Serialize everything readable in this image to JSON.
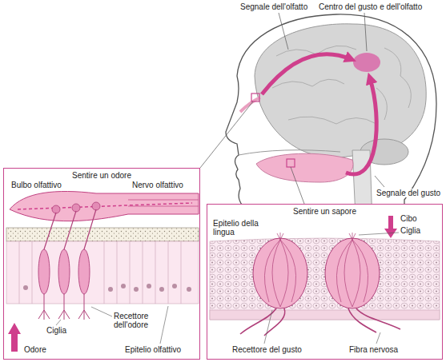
{
  "diagram": {
    "nodes": [
      {
        "text": [
          "Sentire un odore"
        ]
      },
      {
        "text": [
          "Sentire un sapore"
        ]
      }
    ],
    "labels": [
      "Segnale dell'olfatto",
      "Centro del gusto e dell'olfatto",
      "Segnale del gusto",
      "Bulbo olfattivo",
      "Nervo olfattivo",
      "Ciglia",
      "Recettore dell'odore",
      "Odore",
      "Epitelio olfattivo",
      "Epitelio della lingua",
      "Cibo",
      "Ciglia",
      "Recettore del gusto",
      "Fibra nervosa"
    ]
  }
}
